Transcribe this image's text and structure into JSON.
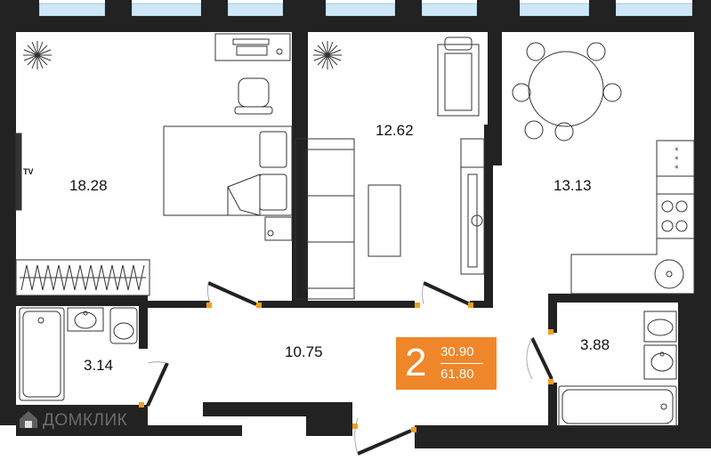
{
  "colors": {
    "wall": "#222222",
    "window": "#cfe7f6",
    "accent": "#f0862a",
    "furniture": "#333333",
    "door_mark": "#f0a020"
  },
  "rooms": [
    {
      "name": "bedroom",
      "area": "18.28"
    },
    {
      "name": "living-room",
      "area": "12.62"
    },
    {
      "name": "kitchen",
      "area": "13.13"
    },
    {
      "name": "hallway",
      "area": "10.75"
    },
    {
      "name": "bathroom",
      "area": "3.14"
    },
    {
      "name": "second-bathroom",
      "area": "3.88"
    }
  ],
  "tv_label": "TV",
  "badge": {
    "rooms": "2",
    "living_area": "30.90",
    "total_area": "61.80"
  },
  "watermark": "ДОМКЛИК"
}
